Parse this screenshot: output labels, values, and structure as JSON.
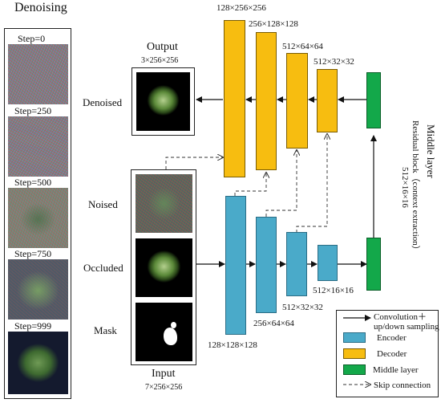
{
  "denoising_panel": {
    "title": "Denoising",
    "steps": [
      "Step=0",
      "Step=250",
      "Step=500",
      "Step=750",
      "Step=999"
    ]
  },
  "output": {
    "title": "Output",
    "dims": "3×256×256",
    "row_label": "Denoised"
  },
  "input": {
    "title": "Input",
    "dims": "7×256×256",
    "rows": [
      "Noised",
      "Occluded",
      "Mask"
    ]
  },
  "decoder_dims": [
    "128×256×256",
    "256×128×128",
    "512×64×64",
    "512×32×32"
  ],
  "encoder_dims": [
    "128×128×128",
    "256×64×64",
    "512×32×32",
    "512×16×16"
  ],
  "middle": {
    "title": "Middle layer",
    "subtitle": "Residual block（context extraction）",
    "dims": "512×16×16"
  },
  "legend": {
    "conv": "Convolution＋\nup/down sampling",
    "encoder": "Encoder",
    "decoder": "Decoder",
    "middle": "Middle layer",
    "skip": "Skip connection"
  },
  "colors": {
    "encoder": "#4aaac9",
    "decoder": "#f7bd10",
    "middle": "#13a84a"
  }
}
